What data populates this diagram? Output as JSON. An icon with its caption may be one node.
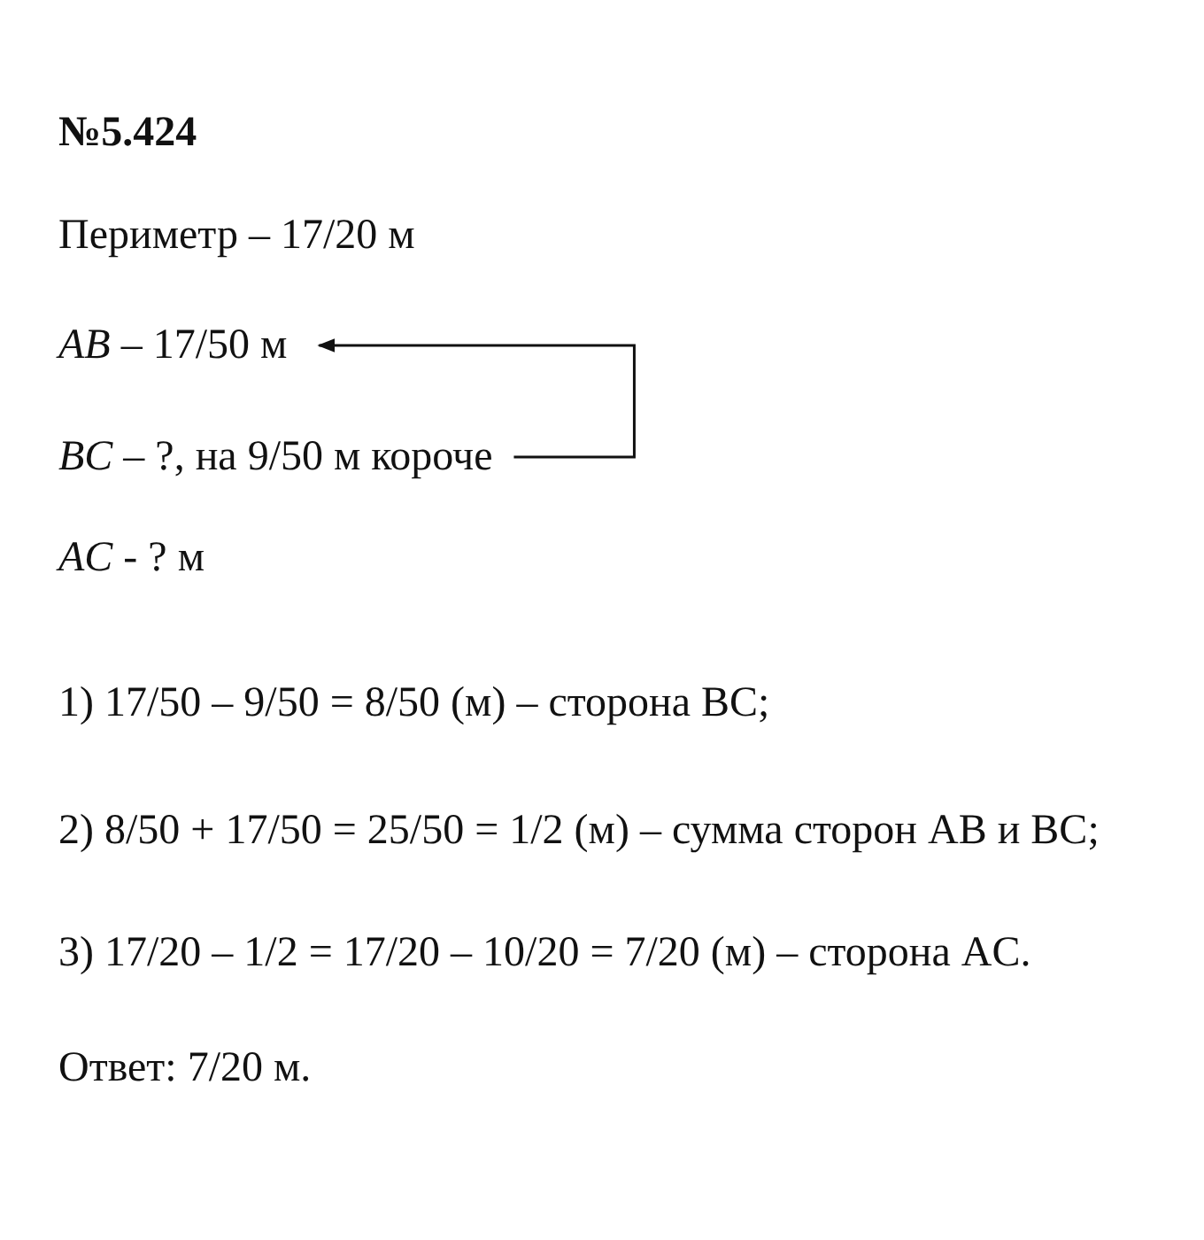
{
  "diagram": {
    "nodes": [
      {
        "text": [
          "*AB* – 17/50 м"
        ]
      },
      {
        "text": [
          "*BC* – ?, на 9/50 м короче"
        ]
      }
    ],
    "edges": [
      {
        "from": 1,
        "to": 0,
        "arrow": "to"
      }
    ],
    "labels": [
      "№5.424",
      "Периметр – 17/20 м",
      "*AC* - ? м",
      "1) 17/50 – 9/50 = 8/50 (м) – сторона BC;",
      "2) 8/50 + 17/50 = 25/50 = 1/2 (м) – сумма сторон AB и BC;",
      "3) 17/20 – 1/2 = 17/20 – 10/20 = 7/20 (м) – сторона AC.",
      "Ответ: 7/20 м."
    ]
  }
}
